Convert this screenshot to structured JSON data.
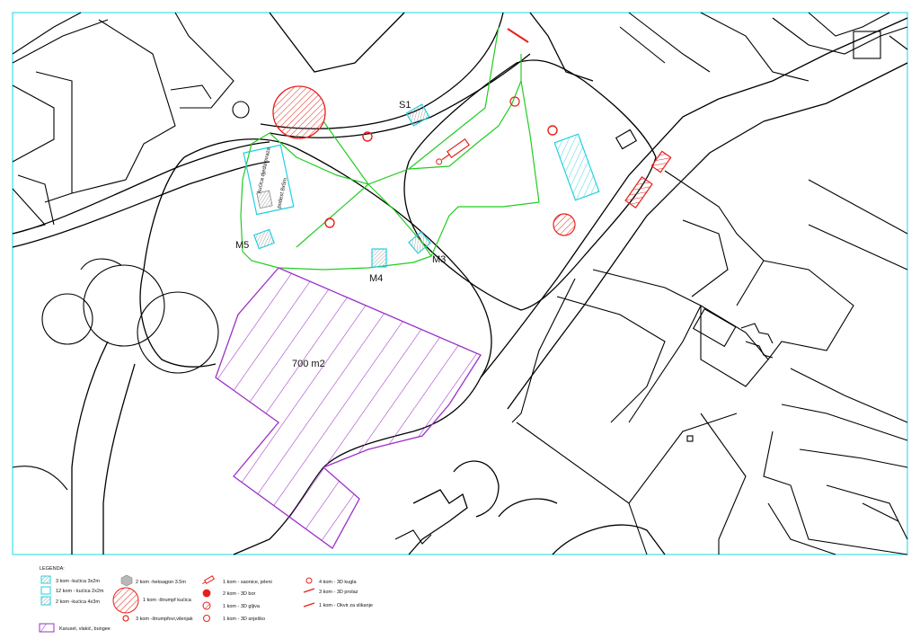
{
  "map": {
    "area_label": "700 m2",
    "markers": {
      "s1": "S1",
      "m3": "M3",
      "m4": "M4",
      "m5": "M5"
    },
    "rotated_labels": {
      "house": "kućica djeda mraza",
      "stage": "podest 8x5m"
    }
  },
  "colors": {
    "frame": "#40e0e8",
    "green_path": "#22cc22",
    "red": "#e8201a",
    "purple": "#9b30c8",
    "cyan": "#20d0e0",
    "black": "#000000"
  },
  "legend": {
    "title": "LEGENDA:",
    "items": {
      "house_3x2": "3 kom -kućica 3x2m",
      "house_2x2": "12 kom - kućica 2x2m",
      "house_4x3": "2 kom -kućica 4x3m",
      "hexagon": "2 kom -heksagon 3.5m",
      "strumpf_house": "1 kom -štrumpf kućica",
      "strumpf_mushroom": "3 kom -štrumpfovi,vilenjak",
      "sled": "1 kom - saonice, jeleni",
      "tree": "2 kom - 3D bor",
      "mushroom": "1 kom - 3D gljiva",
      "snowman": "1 kom - 3D snješko",
      "ball": "4 kom - 3D kugla",
      "gate": "3 kom - 3D prolaz",
      "frame": "1 kom - Okvir za slikanje",
      "carousel": "Karusel, vlakić, bungee"
    }
  }
}
